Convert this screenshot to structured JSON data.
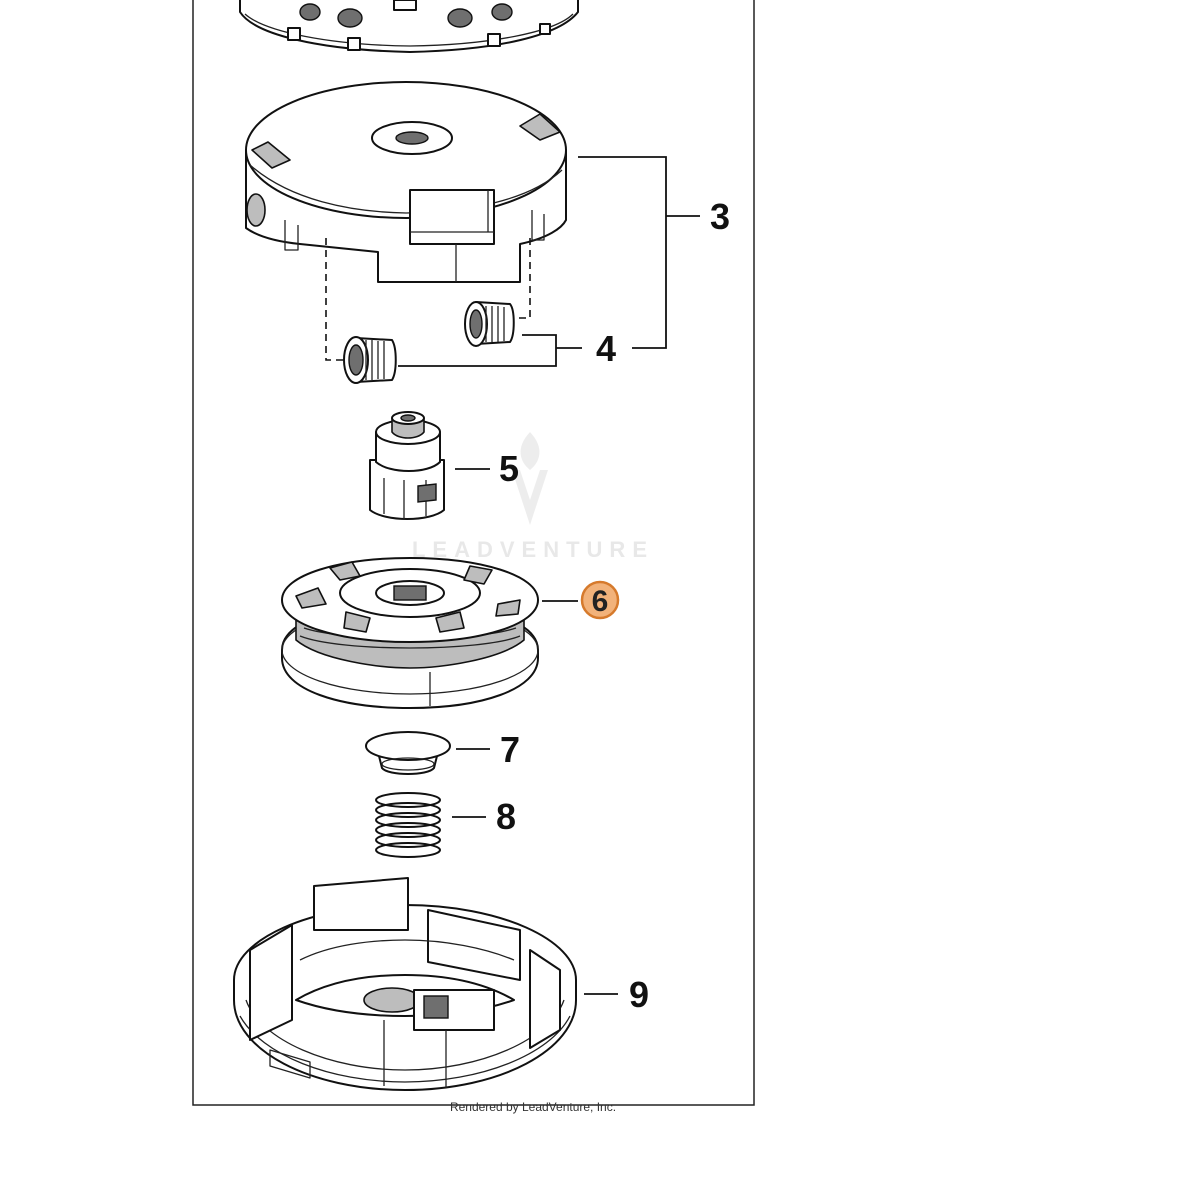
{
  "diagram": {
    "callouts": [
      {
        "id": "3",
        "label": "3",
        "highlighted": false
      },
      {
        "id": "4",
        "label": "4",
        "highlighted": false
      },
      {
        "id": "5",
        "label": "5",
        "highlighted": false
      },
      {
        "id": "6",
        "label": "6",
        "highlighted": true
      },
      {
        "id": "7",
        "label": "7",
        "highlighted": false
      },
      {
        "id": "8",
        "label": "8",
        "highlighted": false
      },
      {
        "id": "9",
        "label": "9",
        "highlighted": false
      }
    ],
    "watermark": "LEADVENTURE",
    "footer": "Rendered by LeadVenture, Inc."
  },
  "colors": {
    "highlight_fill": "#f2b27a",
    "highlight_stroke": "#d67a2c",
    "line": "#111111",
    "part_shade": "#bdbdbd",
    "background": "#ffffff"
  }
}
